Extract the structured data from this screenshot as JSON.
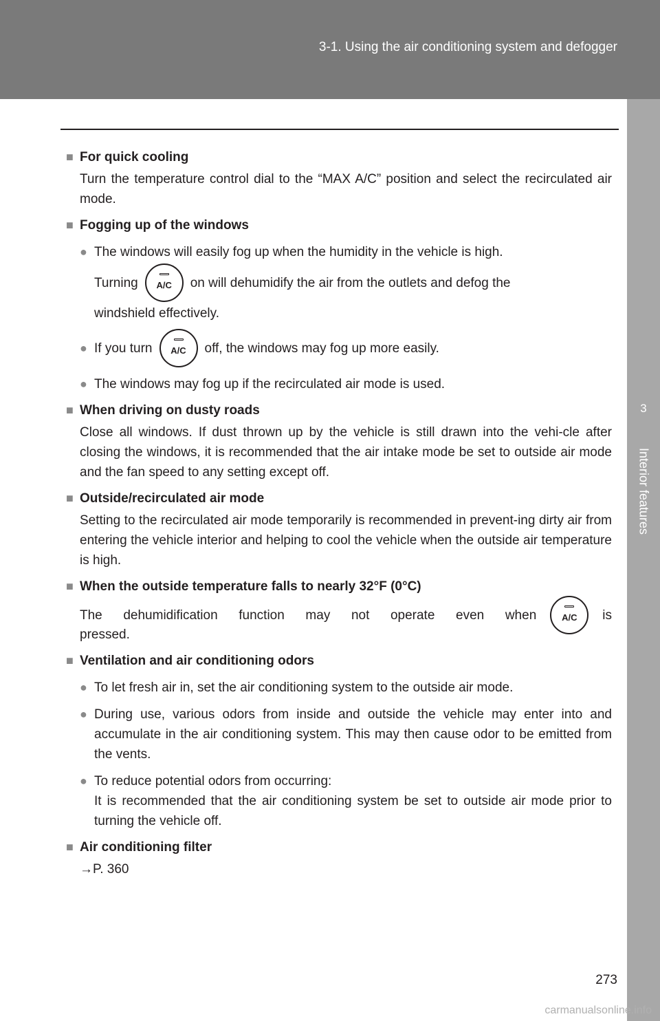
{
  "header": {
    "title": "3-1. Using the air conditioning system and defogger"
  },
  "side_tab": {
    "number": "3",
    "label": "Interior features"
  },
  "sections": {
    "quick_cooling": {
      "heading": "For quick cooling",
      "text": "Turn the temperature control dial to the “MAX A/C” position and select the recirculated air mode."
    },
    "fogging": {
      "heading": "Fogging up of the windows",
      "b1_line1": "The windows will easily fog up when the humidity in the vehicle is high.",
      "b1_pre": "Turning",
      "b1_post": "on will dehumidify the air from the outlets and defog the",
      "b1_line3": "windshield effectively.",
      "b2_pre": "If you turn",
      "b2_post": "off, the windows may fog up more easily.",
      "b3": "The windows may fog up if the recirculated air mode is used."
    },
    "dusty": {
      "heading": "When driving on dusty roads",
      "text": "Close all windows. If dust thrown up by the vehicle is still drawn into the vehi-cle after closing the windows, it is recommended that the air intake mode be set to outside air mode and the fan speed to any setting except off."
    },
    "outside": {
      "heading": "Outside/recirculated air mode",
      "text": "Setting to the recirculated air mode temporarily is recommended in prevent-ing dirty air from entering the vehicle interior and helping to cool the vehicle when the outside air temperature is high."
    },
    "cold": {
      "heading": "When the outside temperature falls to nearly 32°F (0°C)",
      "pre": "The dehumidification function may not operate even when",
      "post": "is",
      "line2": "pressed."
    },
    "odors": {
      "heading": "Ventilation and air conditioning odors",
      "b1": "To let fresh air in, set the air conditioning system to the outside air mode.",
      "b2": "During use, various odors from inside and outside the vehicle may enter into and accumulate in the air conditioning system. This may then cause odor to be emitted from the vents.",
      "b3_line1": "To reduce potential odors from occurring:",
      "b3_line2": "It is recommended that the air conditioning system be set to outside air mode prior to turning the vehicle off."
    },
    "filter": {
      "heading": "Air conditioning filter",
      "ref": "P. 360"
    }
  },
  "ac_button_label": "A/C",
  "symbols": {
    "square": "■",
    "dot": "●",
    "arrow": "→"
  },
  "page_number": "273",
  "watermark": "carmanualsonline.info"
}
